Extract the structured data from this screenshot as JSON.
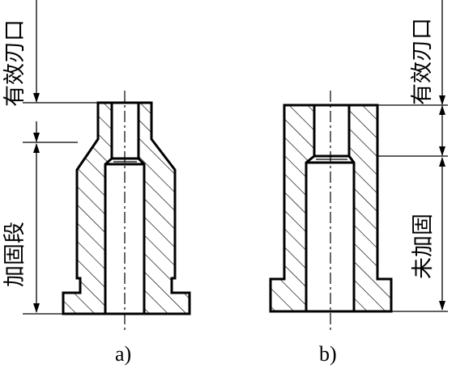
{
  "figure": {
    "left": {
      "caption": "a)",
      "dim_top_label": "有效刃口",
      "dim_bottom_label": "加固段"
    },
    "right": {
      "caption": "b)",
      "dim_top_label": "有效刃口",
      "dim_bottom_label": "未加固"
    }
  }
}
